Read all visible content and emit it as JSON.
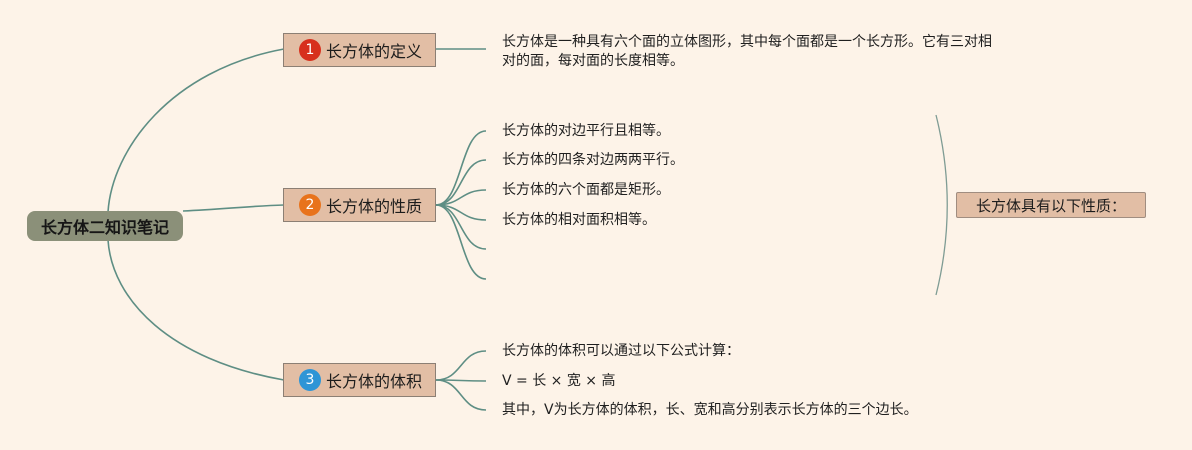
{
  "root": {
    "label": "长方体二知识笔记"
  },
  "branches": [
    {
      "number": "1",
      "label": "长方体的定义",
      "badge_color": "#d7301d",
      "text_lines": [
        "长方体是一种具有六个面的立体图形，其中每个面都是一个长方形。它有三对相",
        "对的面，每对面的长度相等。"
      ]
    },
    {
      "number": "2",
      "label": "长方体的性质",
      "badge_color": "#e8731c",
      "leaves": [
        "长方体的对边平行且相等。",
        "长方体的四条对边两两平行。",
        "长方体的六个面都是矩形。",
        "长方体的相对面积相等。"
      ]
    },
    {
      "number": "3",
      "label": "长方体的体积",
      "badge_color": "#2e95d6",
      "leaves": [
        "长方体的体积可以通过以下公式计算：",
        "V = 长 × 宽 × 高",
        "其中，V为长方体的体积，长、宽和高分别表示长方体的三个边长。"
      ]
    }
  ],
  "summary": {
    "label": "长方体具有以下性质："
  },
  "colors": {
    "background": "#fdf3e8",
    "root_fill": "#8b9079",
    "node_fill": "#e2bea5",
    "connector": "#5e8e84"
  }
}
